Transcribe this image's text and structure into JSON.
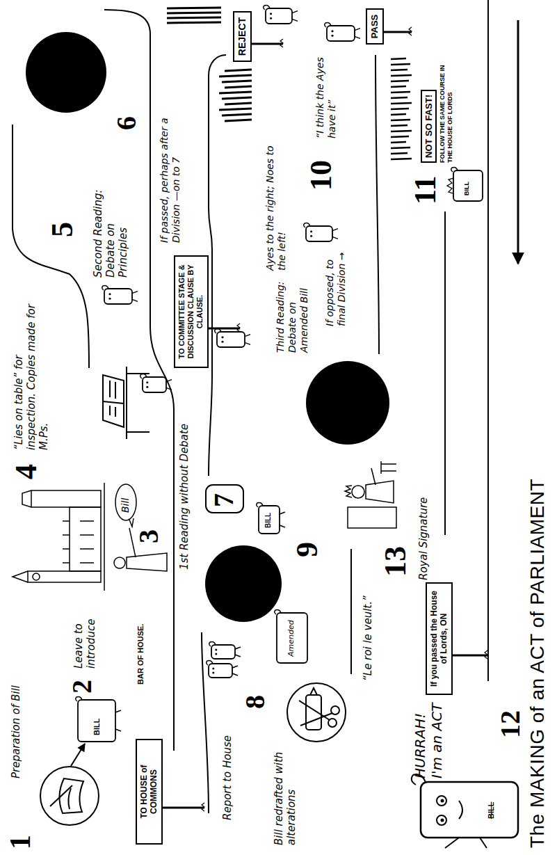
{
  "diagram": {
    "title": "The MAKING of an ACT of PARLIAMENT",
    "nodes": [
      {
        "text": [
          "TO HOUSE of COMMONS"
        ]
      },
      {
        "text": [
          "TO COMMITTEE STAGE & DISCUSSION CLAUSE BY CLAUSE."
        ]
      },
      {
        "text": [
          "REJECT"
        ]
      },
      {
        "text": [
          "PASS"
        ]
      },
      {
        "text": [
          "NOT SO FAST!",
          "FOLLOW THE SAME COURSE IN THE HOUSE OF LORDS"
        ]
      },
      {
        "text": [
          "If you passed the House of Lords, ON"
        ]
      }
    ],
    "labels": [
      "1",
      "Preparation of Bill",
      "2",
      "Leave to introduce",
      "BILL",
      "BAR OF HOUSE.",
      "3",
      "Bill",
      "1st Reading without Debate",
      "4",
      "“Lies on table” for inspection. Copies made for M.Ps.",
      "5",
      "Second Reading: Debate on Principles",
      "6",
      "If passed, perhaps after a Division —on to 7",
      "Report to House",
      "Bill redrafted with alterations",
      "8",
      "7",
      "Amended",
      "9",
      "BILL",
      "Third Reading: Debate on Amended Bill",
      "Ayes to the right; Noes to the left!",
      "10",
      "If opposed, to final Division →",
      "“I think the Ayes have it”",
      "11",
      "“Le roi le veult.”",
      "13",
      "Royal Signature",
      "BILL",
      "12",
      "HURRAH! I'm an ACT",
      "BILL"
    ]
  }
}
